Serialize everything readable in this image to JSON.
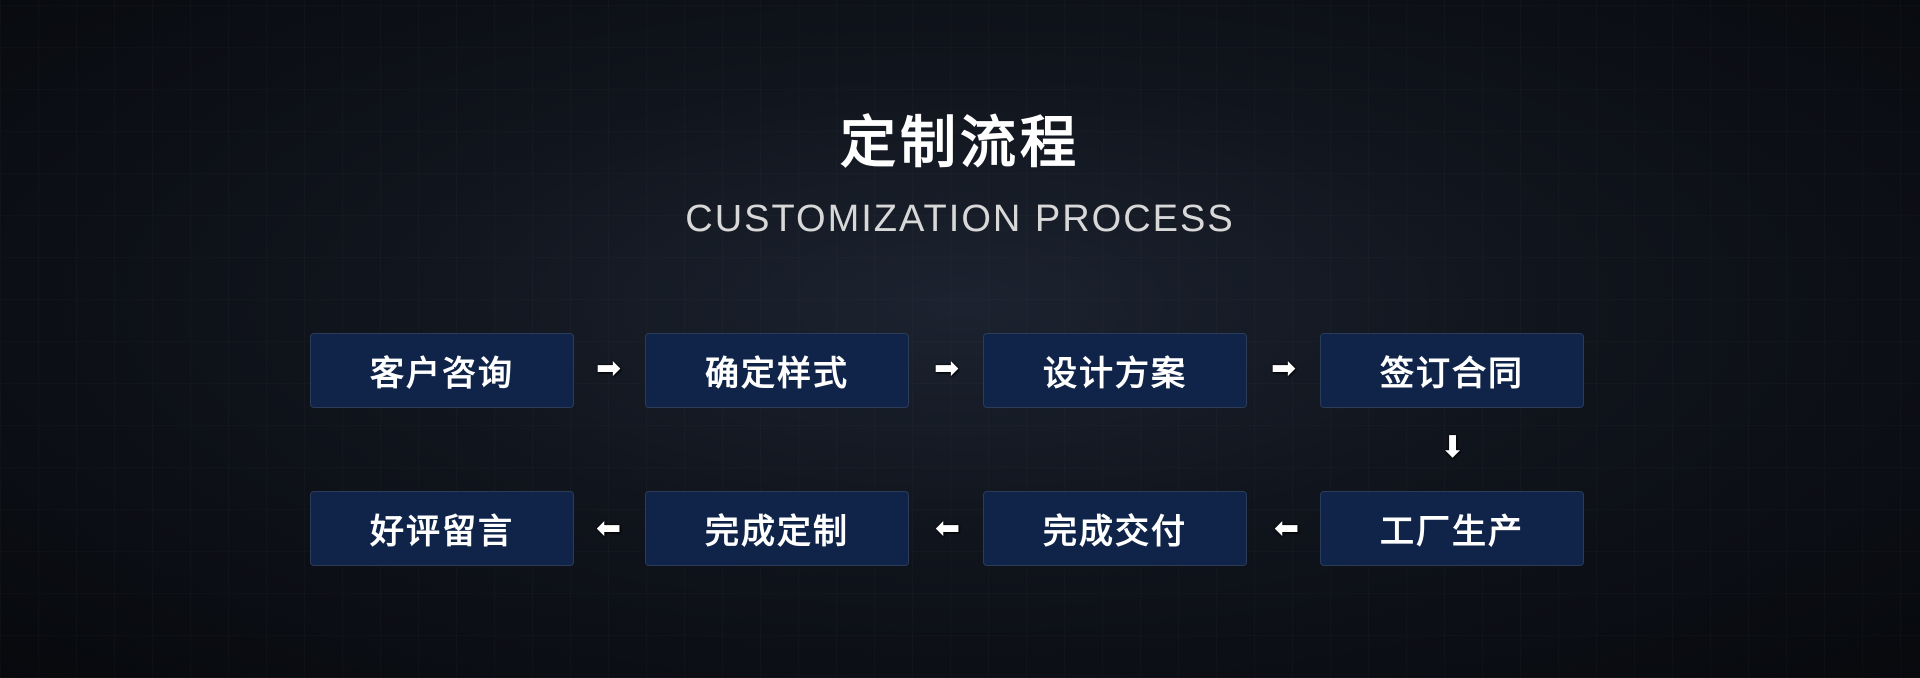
{
  "header": {
    "title": "定制流程",
    "subtitle": "CUSTOMIZATION PROCESS"
  },
  "steps": [
    {
      "label": "客户咨询"
    },
    {
      "label": "确定样式"
    },
    {
      "label": "设计方案"
    },
    {
      "label": "签订合同"
    },
    {
      "label": "工厂生产"
    },
    {
      "label": "完成交付"
    },
    {
      "label": "完成定制"
    },
    {
      "label": "好评留言"
    }
  ],
  "arrows": {
    "right": "➡",
    "left": "⬅",
    "down": "⬇"
  },
  "colors": {
    "box": "#0f2448",
    "text": "#ffffff"
  }
}
